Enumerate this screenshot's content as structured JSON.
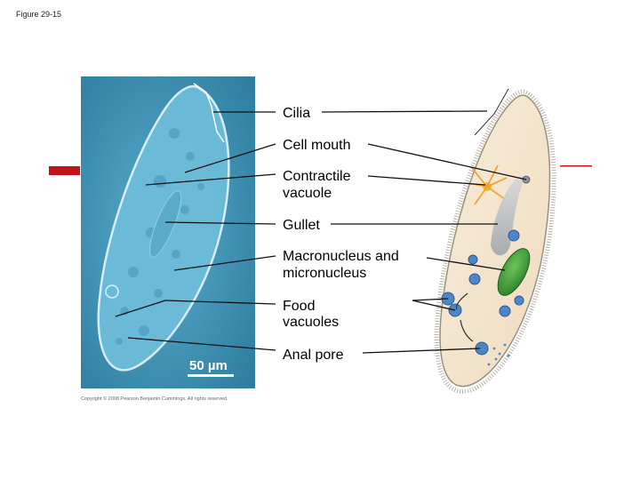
{
  "figure_label": "Figure 29-15",
  "copyright": "Copyright © 2008 Pearson Benjamin Cummings. All rights reserved.",
  "scale_bar": "50 µm",
  "labels": {
    "cilia": "Cilia",
    "cell_mouth": "Cell mouth",
    "contractile_1": "Contractile",
    "contractile_2": "vacuole",
    "gullet": "Gullet",
    "macro_1": "Macronucleus and",
    "macro_2": "micronucleus",
    "food_1": "Food",
    "food_2": "vacuoles",
    "anal": "Anal pore"
  },
  "colors": {
    "micro_bg": "#3f93b6",
    "cell_body": "#f3e5cf",
    "macronucleus": "#3e9a3a",
    "vacuole_blue": "#4d86c6",
    "contractile_orange": "#f0a020",
    "accent_red": "#c0141b"
  }
}
